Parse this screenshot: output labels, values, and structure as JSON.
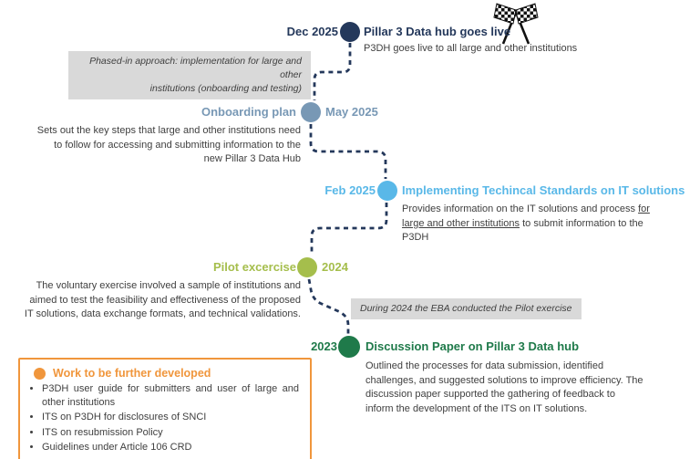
{
  "timeline": {
    "path_color": "#24385B",
    "milestones": [
      {
        "id": "dec-2025",
        "date": "Dec 2025",
        "title": "Pillar 3 Data hub goes live",
        "description": "P3DH goes live to all large and other institutions",
        "color": "#24385B",
        "icon": "checkered-flag-icon"
      },
      {
        "id": "may-2025",
        "date": "May 2025",
        "title": "Onboarding plan",
        "description_lines": [
          "Sets out the key steps that large and other institutions need",
          "to follow for accessing and submitting information to the",
          "new Pillar 3 Data Hub"
        ],
        "color": "#7898B5"
      },
      {
        "id": "feb-2025",
        "date": "Feb 2025",
        "title": "Implementing Techincal Standards on IT solutions",
        "description_line1_pre": "Provides information on the IT solutions and process ",
        "description_line1_underlined": "for",
        "description_line2_underlined": "large and other institutions",
        "description_line2_rest": " to submit information to the",
        "description_line3": "P3DH",
        "color": "#59B8E8"
      },
      {
        "id": "2024",
        "date": "2024",
        "title": "Pilot excercise",
        "description_lines": [
          "The voluntary exercise involved a sample of institutions and",
          "aimed to test the feasibility and effectiveness of the proposed",
          "IT solutions, data exchange formats, and technical validations."
        ],
        "color": "#A5BE4C"
      },
      {
        "id": "2023",
        "date": "2023",
        "title": "Discussion Paper on Pillar 3 Data hub",
        "description_lines": [
          "Outlined the processes for data submission, identified",
          "challenges, and suggested solutions to improve efficiency. The",
          "discussion paper supported the gathering of feedback to",
          "inform the development of the ITS on IT solutions."
        ],
        "color": "#1F7A4A"
      }
    ],
    "callouts": {
      "phased_in_lines": [
        "Phased-in approach: implementation for large and other",
        "institutions (onboarding and testing)"
      ],
      "during_2024": "During 2024 the EBA conducted the Pilot exercise",
      "background": "#D9D9D9"
    }
  },
  "future_work": {
    "title": "Work to be further developed",
    "accent_color": "#F0963C",
    "items": [
      "P3DH user guide for submitters and user of large and other institutions",
      "ITS on P3DH for disclosures of SNCI",
      "ITS on resubmission Policy",
      "Guidelines under Article 106 CRD"
    ]
  }
}
